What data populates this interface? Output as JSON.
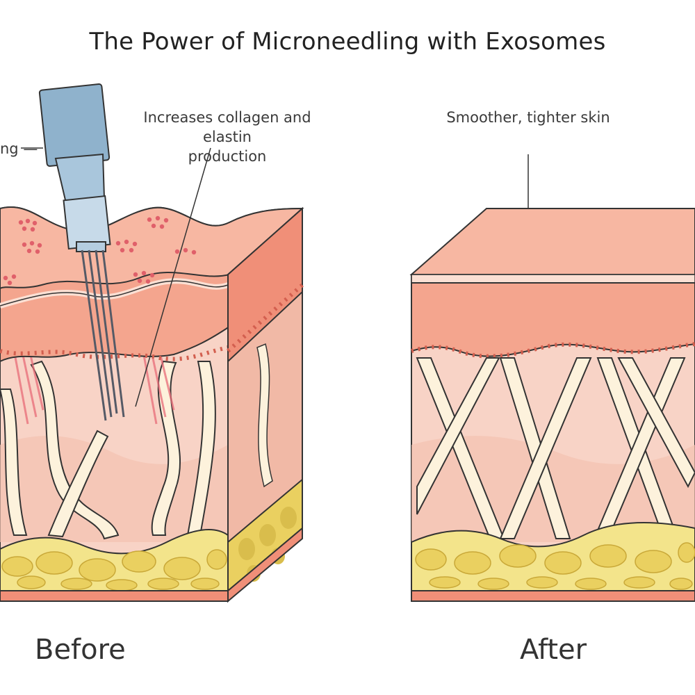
{
  "title": "The Power of Microneedling with Exosomes",
  "annotations": {
    "partial_left": "ng —",
    "collagen_line1": "Increases collagen and elastin",
    "collagen_line2": "production",
    "smoother": "Smoother, tighter skin"
  },
  "captions": {
    "before": "Before",
    "after": "After"
  },
  "colors": {
    "epidermis": "#f4a58e",
    "epidermis_top": "#f7b7a2",
    "dermis": "#f8d3c6",
    "dermis_dark": "#f1b9a6",
    "fat": "#f3e48b",
    "fat_cell": "#ead060",
    "fiber": "#fdf2dc",
    "outline": "#333333",
    "needle_device": "#8fb2cc",
    "needle": "#555a66",
    "red_streak": "#e86c78"
  },
  "icons": [
    "microneedling-device-icon"
  ]
}
